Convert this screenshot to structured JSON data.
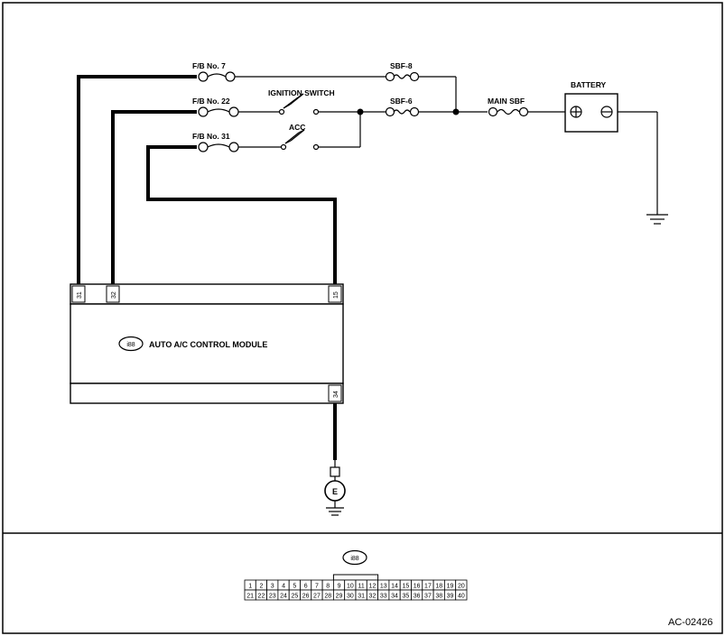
{
  "labels": {
    "fb7": "F/B No. 7",
    "fb22": "F/B No. 22",
    "fb31": "F/B No. 31",
    "sbf8": "SBF-8",
    "sbf6": "SBF-6",
    "ignition": "IGNITION SWITCH",
    "acc": "ACC",
    "main_sbf": "MAIN SBF",
    "battery": "BATTERY"
  },
  "module": {
    "code": "i88",
    "name": "AUTO A/C CONTROL MODULE",
    "top_pins": [
      "31",
      "32",
      "15"
    ],
    "bottom_pin": "34"
  },
  "ground": "E",
  "connector": {
    "code": "i88",
    "row1": [
      "1",
      "2",
      "3",
      "4",
      "5",
      "6",
      "7",
      "8",
      "9",
      "10",
      "11",
      "12",
      "13",
      "14",
      "15",
      "16",
      "17",
      "18",
      "19",
      "20"
    ],
    "row2": [
      "21",
      "22",
      "23",
      "24",
      "25",
      "26",
      "27",
      "28",
      "29",
      "30",
      "31",
      "32",
      "33",
      "34",
      "35",
      "36",
      "37",
      "38",
      "39",
      "40"
    ]
  },
  "reference": "AC-02426"
}
